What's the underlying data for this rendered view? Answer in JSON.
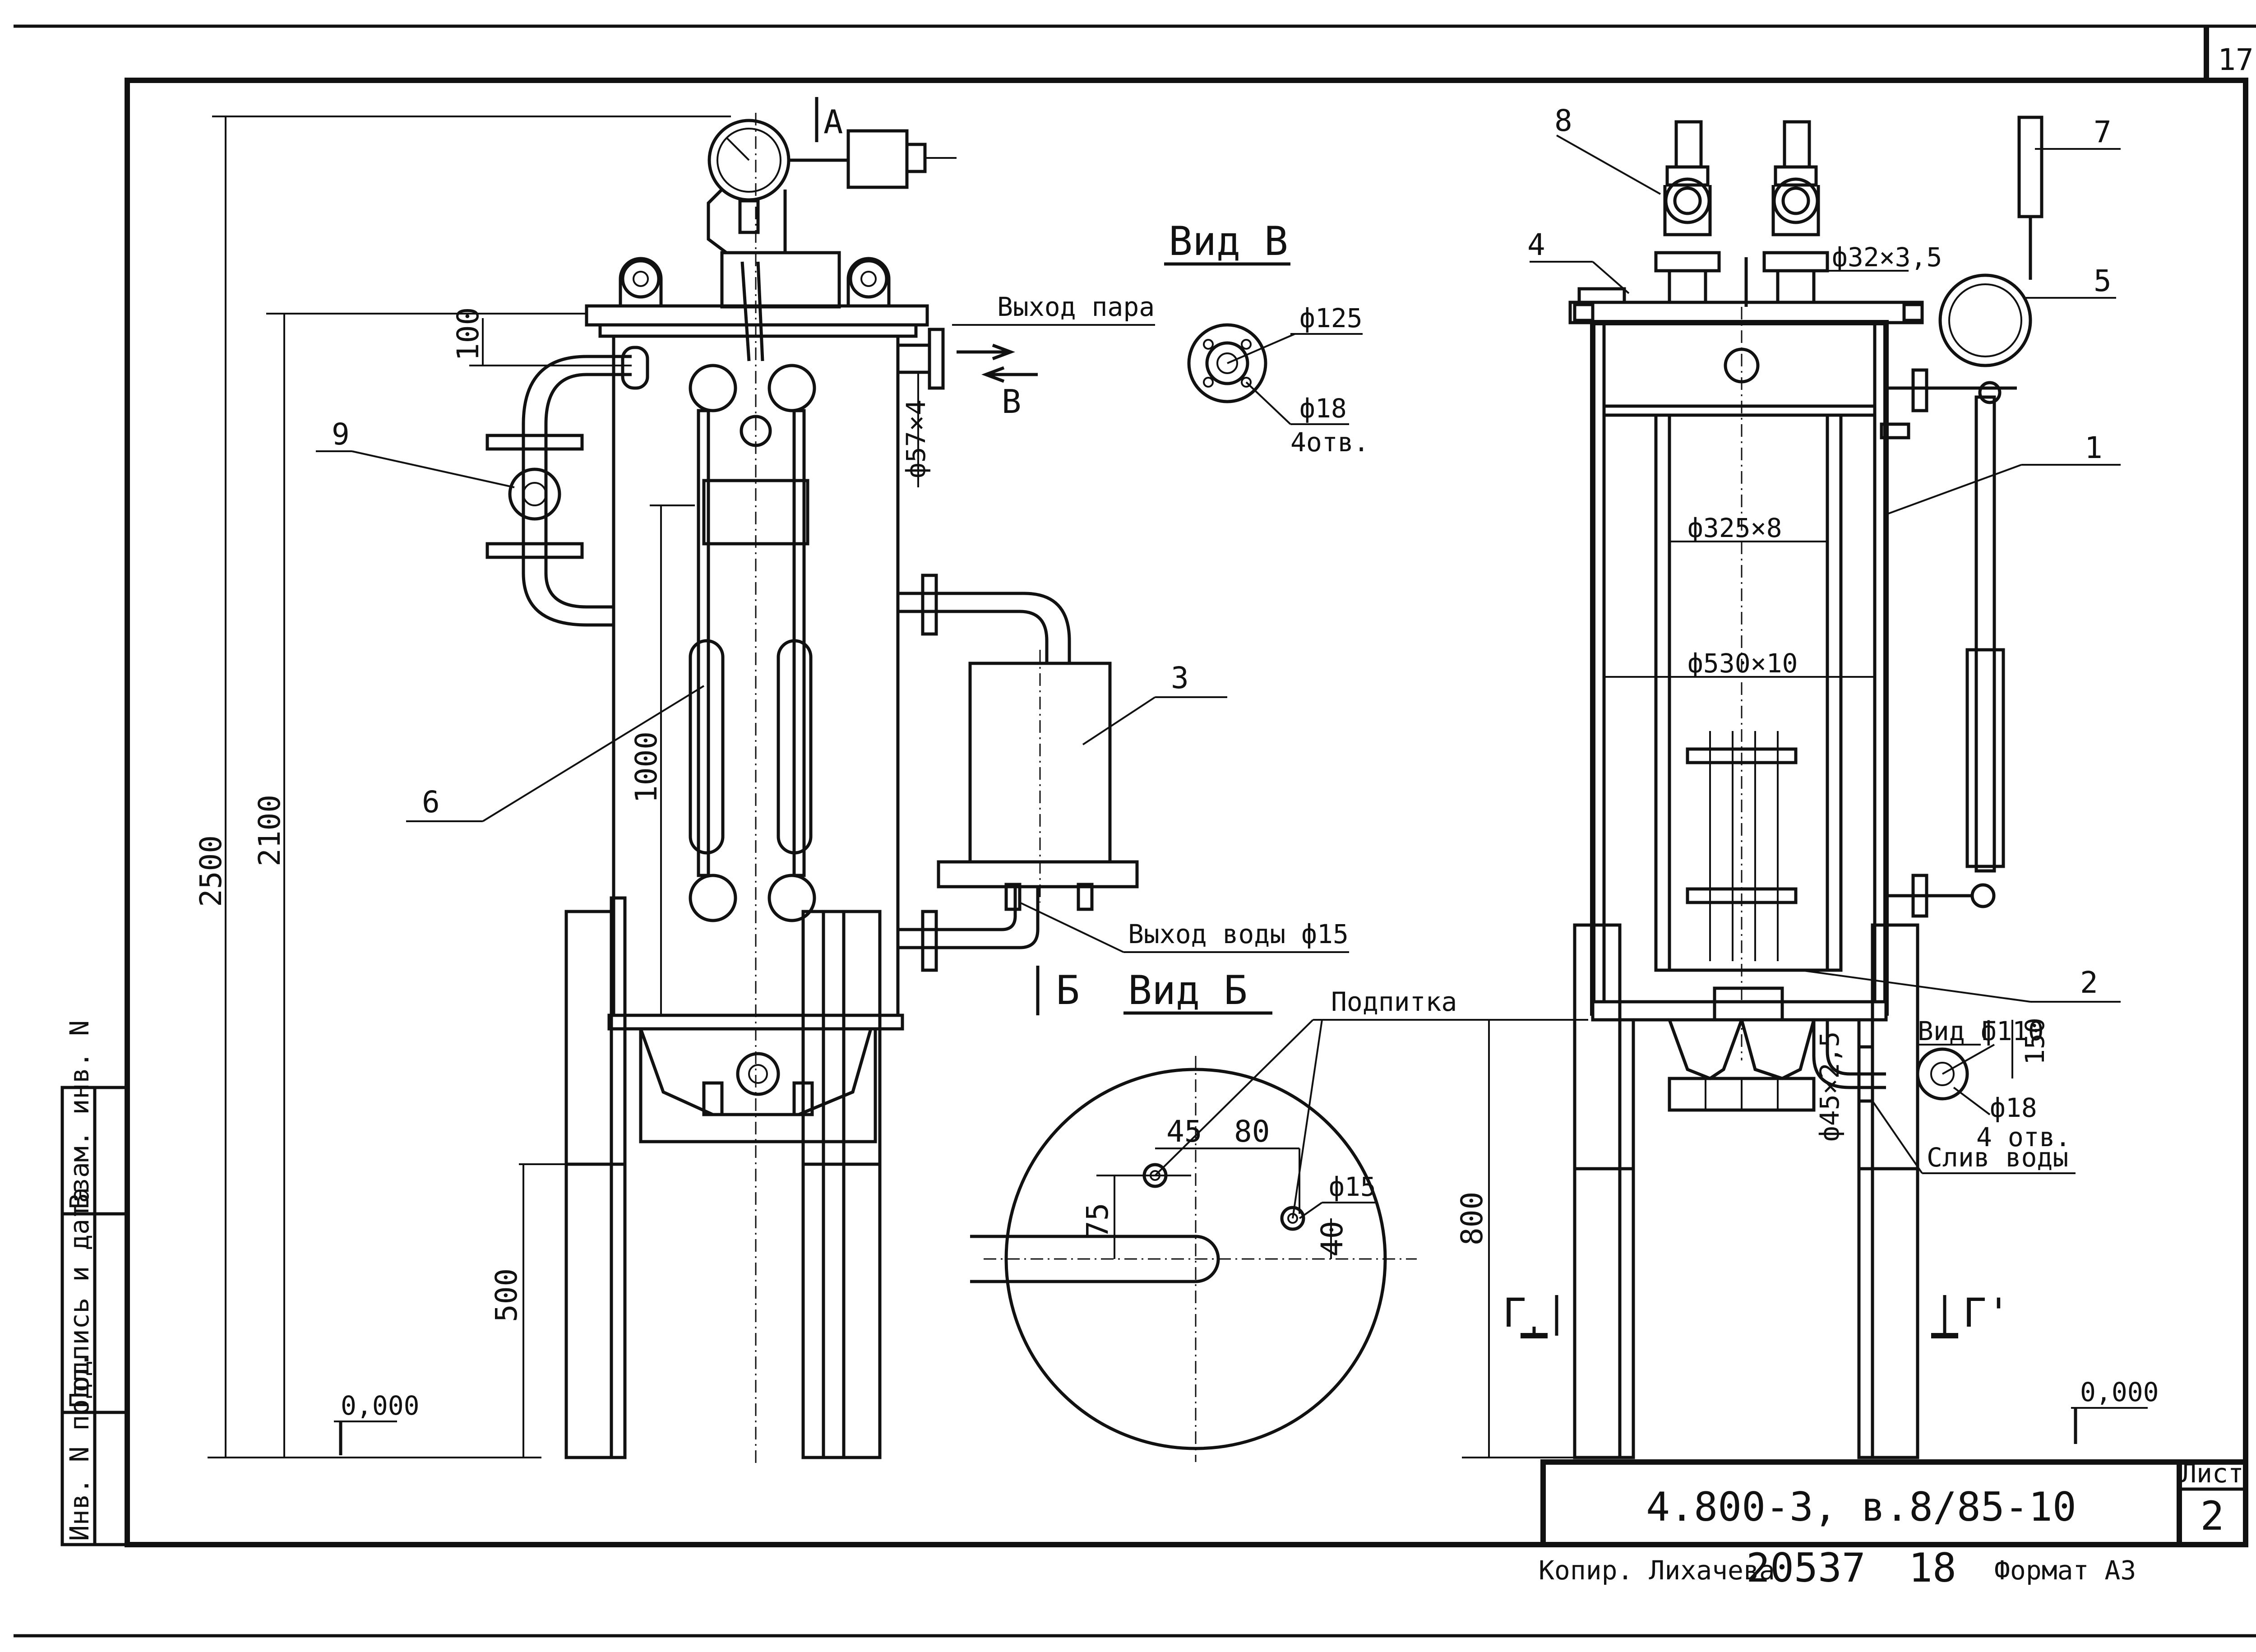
{
  "sheet": {
    "page_number": "17",
    "list_label": "Лист",
    "list_number": "2",
    "designation": "4.800-3, в.8/85-10",
    "copier": "Копир. Лихачева",
    "order_number": "20537",
    "page_code": "18",
    "format": "Формат А3"
  },
  "side_stamp": {
    "inv_podl": "Инв. N подл.",
    "signature_date": "Подпись и дата",
    "vzam_inv": "Взам. инв. N"
  },
  "views": {
    "view_v": "Вид В",
    "view_b": "Вид Б",
    "view_g": "Вид Г",
    "section_a": "А",
    "arrow_b": "Б",
    "arrow_v": "В",
    "section_g_left": "Г",
    "section_g_right": "Г'"
  },
  "callouts": {
    "steam_outlet": "Выход пара",
    "water_outlet": "Выход воды ф15",
    "makeup": "Подпитка",
    "water_drain": "Слив воды",
    "holes_b": "4отв.",
    "holes_g": "4 отв."
  },
  "positions": [
    "1",
    "2",
    "3",
    "4",
    "5",
    "6",
    "7",
    "8",
    "9"
  ],
  "dimensions": {
    "d2500": "2500",
    "d2100": "2100",
    "d100": "100",
    "d1000": "1000",
    "d500": "500",
    "d800": "800",
    "level_left": "0,000",
    "level_right": "0,000",
    "pipe_57": "ф57×4",
    "pipe_325": "ф325×8",
    "pipe_530": "ф530×10",
    "pipe_32": "ф32×3,5",
    "pipe_45": "ф45×2,5",
    "d125": "ф125",
    "d18_v": "ф18",
    "d110": "ф110",
    "d150": "150",
    "d18_g": "ф18",
    "d45": "45",
    "d80": "80",
    "d75": "75",
    "d15": "ф15",
    "d40": "40"
  }
}
